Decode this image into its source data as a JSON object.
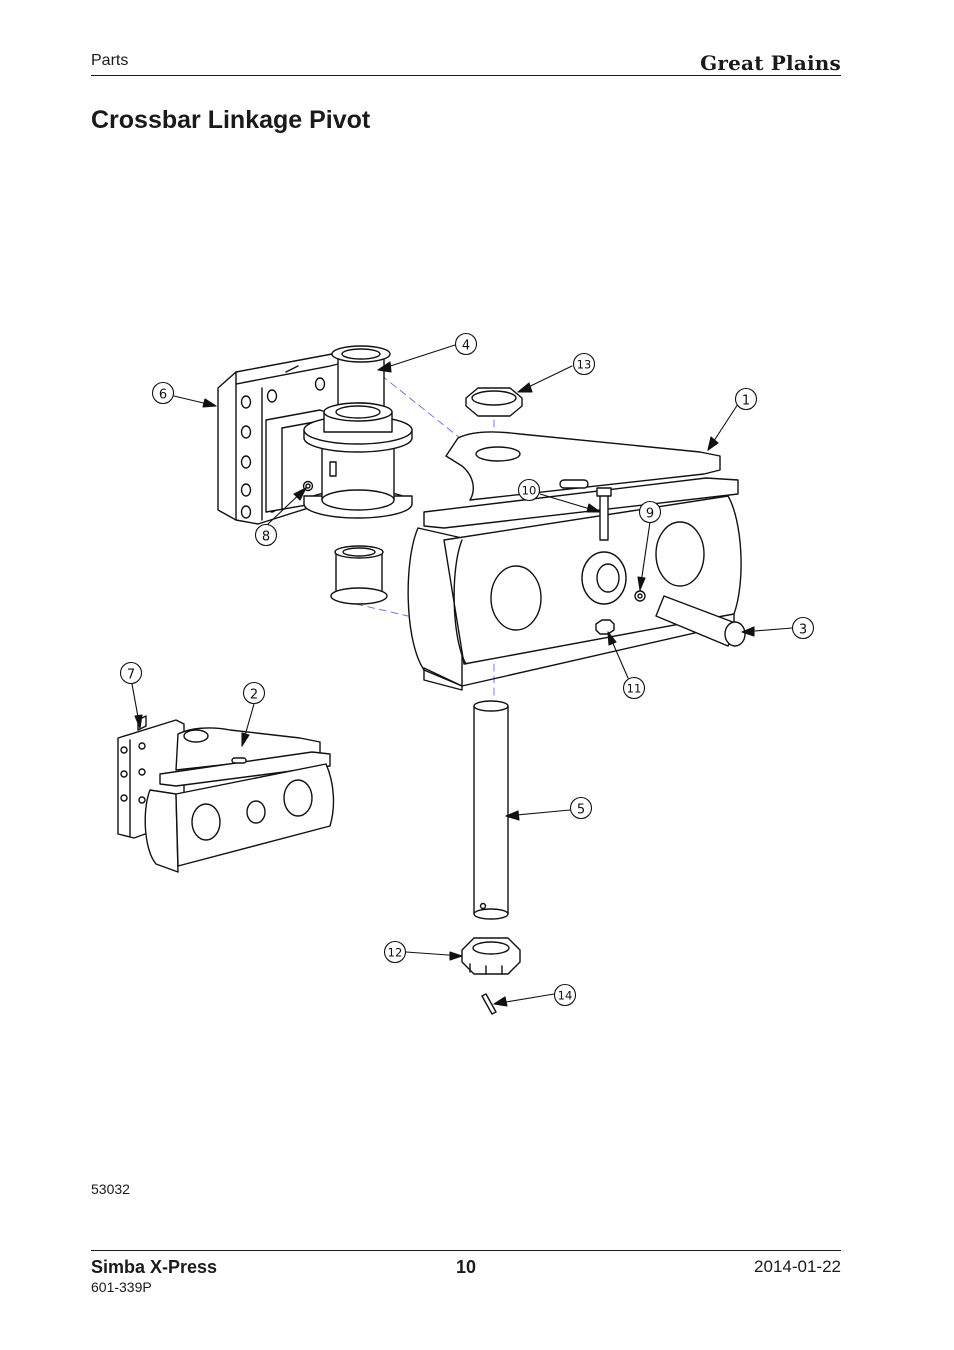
{
  "header": {
    "section": "Parts",
    "brand": "Great Plains"
  },
  "page_title": "Crossbar Linkage Pivot",
  "diagram": {
    "callouts": [
      {
        "id": "1",
        "label": "1"
      },
      {
        "id": "2",
        "label": "2"
      },
      {
        "id": "3",
        "label": "3"
      },
      {
        "id": "4",
        "label": "4"
      },
      {
        "id": "5",
        "label": "5"
      },
      {
        "id": "6",
        "label": "6"
      },
      {
        "id": "7",
        "label": "7"
      },
      {
        "id": "8",
        "label": "8"
      },
      {
        "id": "9",
        "label": "9"
      },
      {
        "id": "10",
        "label": "10"
      },
      {
        "id": "11",
        "label": "11"
      },
      {
        "id": "12",
        "label": "12"
      },
      {
        "id": "13",
        "label": "13"
      },
      {
        "id": "14",
        "label": "14"
      }
    ],
    "figure_number": "53032"
  },
  "footer": {
    "product": "Simba X-Press",
    "part_number": "601-339P",
    "page": "10",
    "date": "2014-01-22"
  }
}
